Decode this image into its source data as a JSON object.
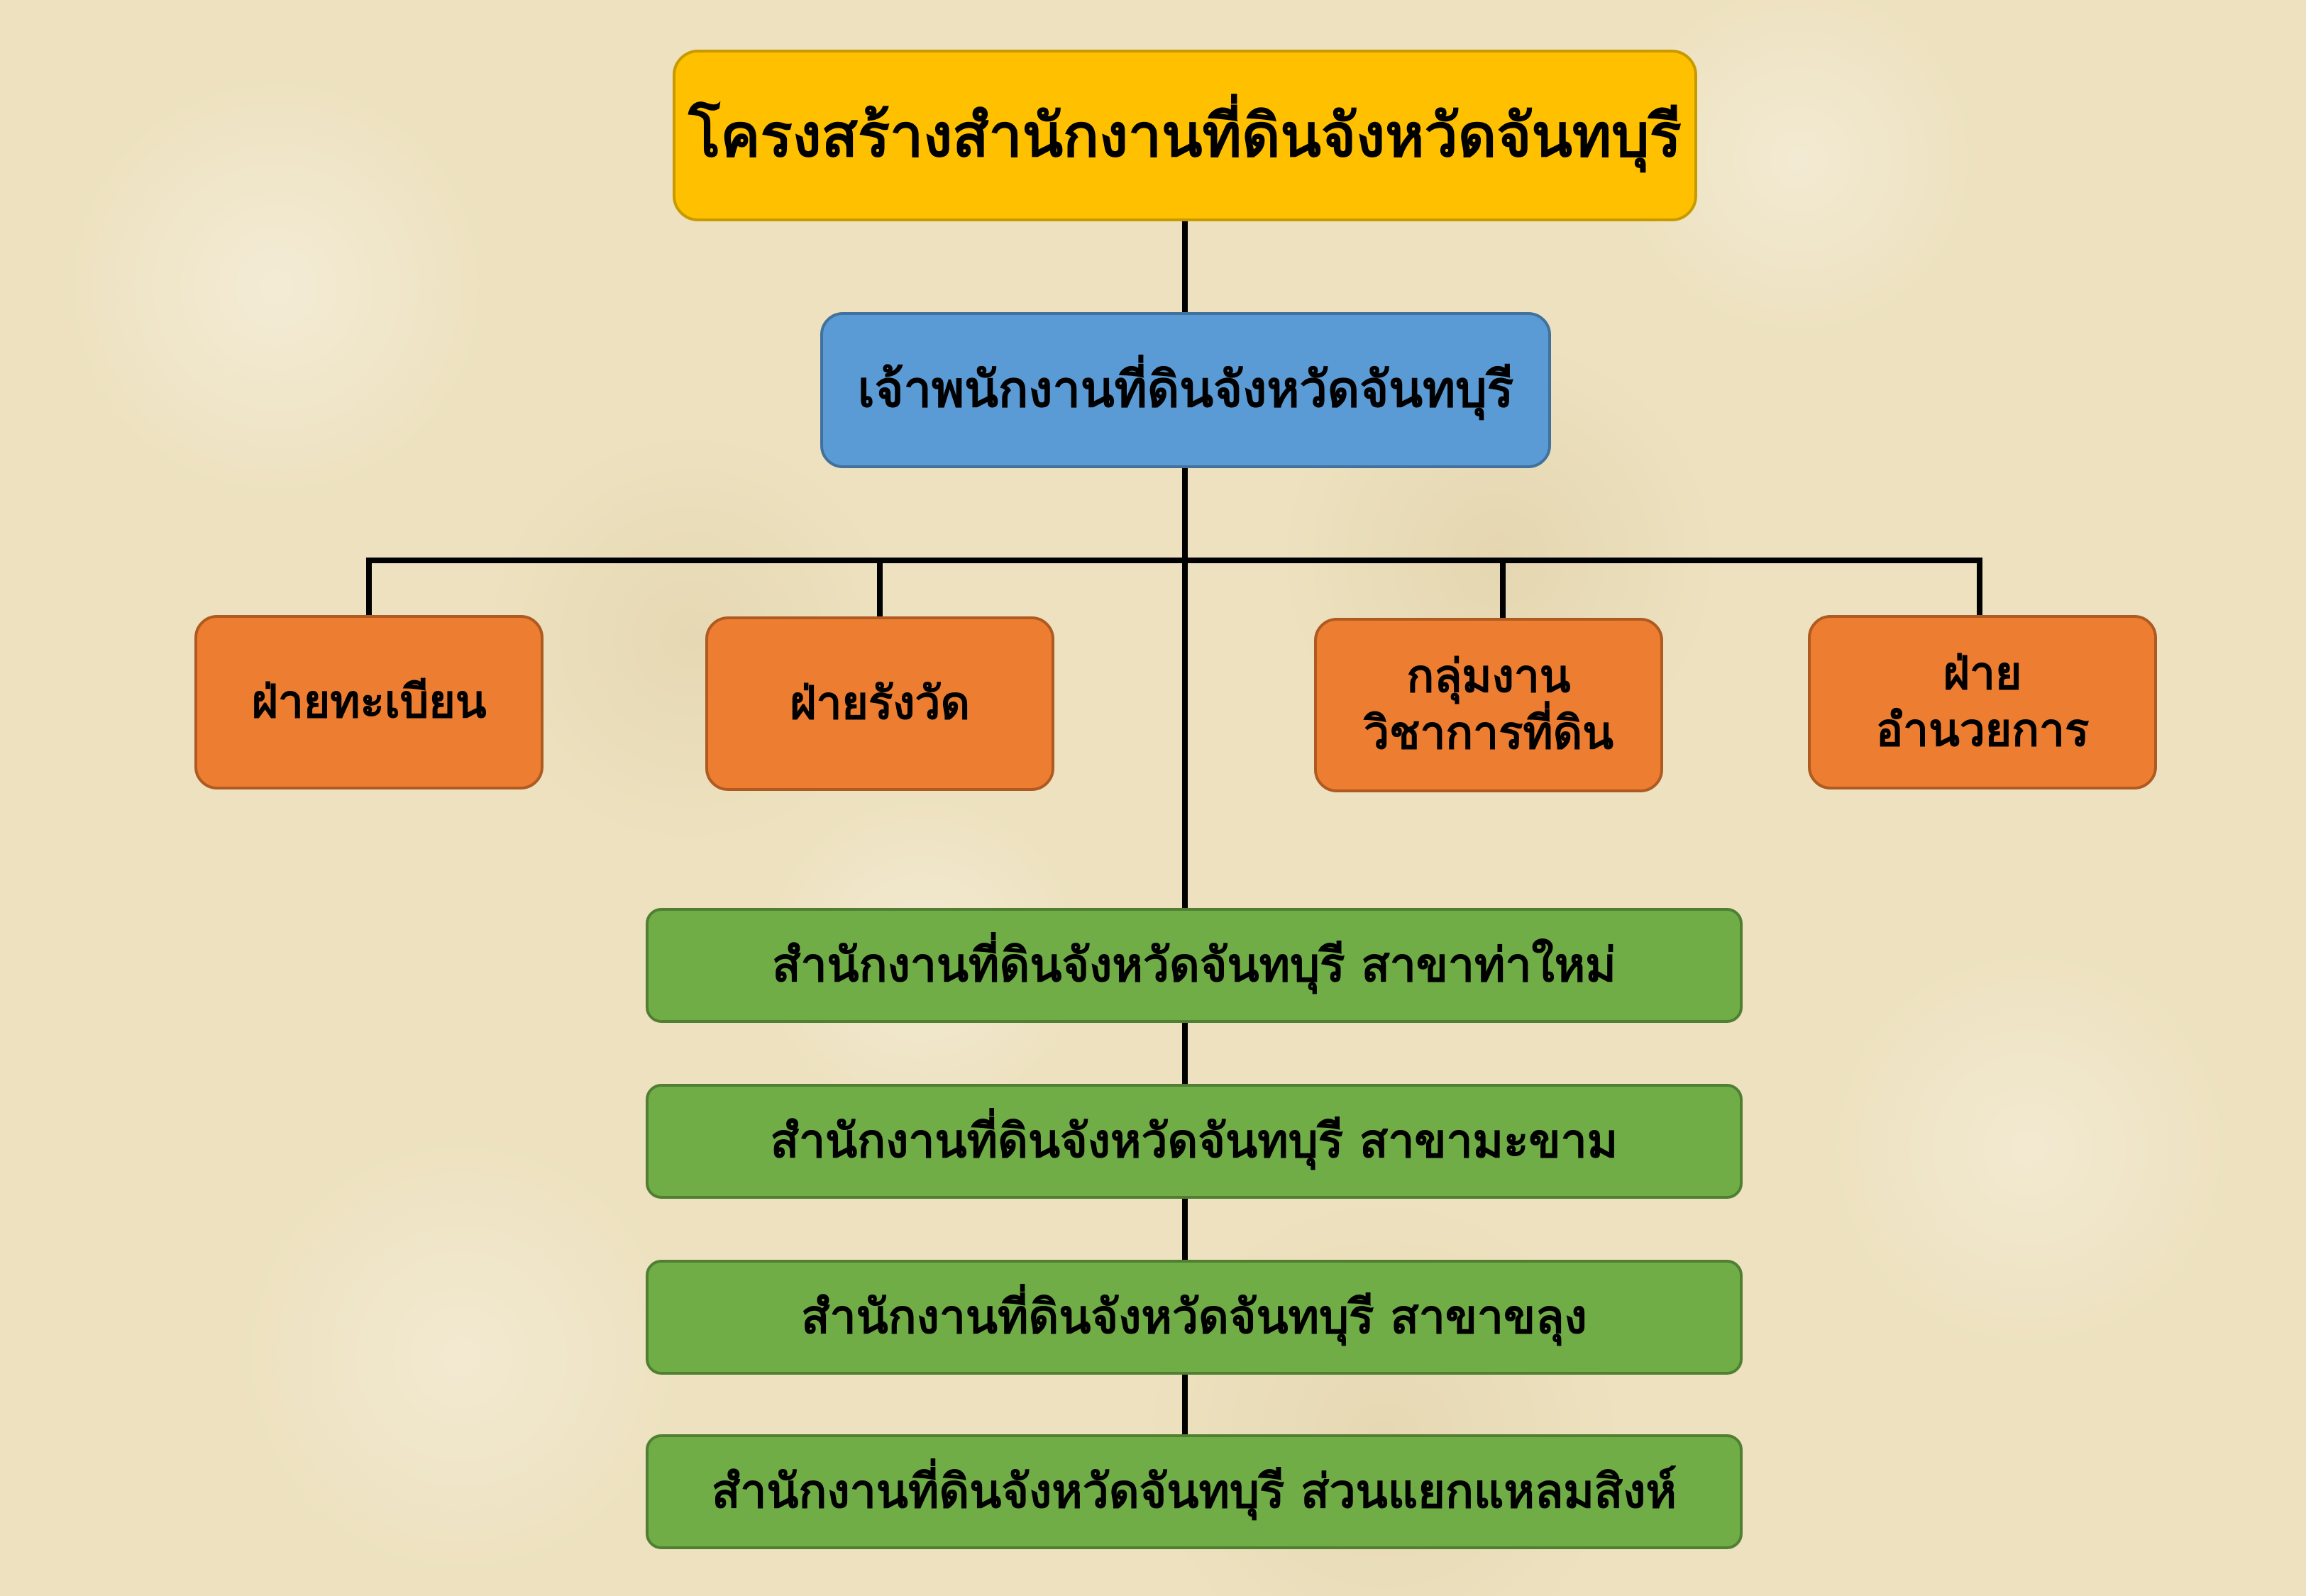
{
  "colors": {
    "background": "#ede1bf",
    "connector": "#000000",
    "title_fill": "#ffc000",
    "head_fill": "#5b9bd5",
    "unit_fill": "#ed7d31",
    "branch_fill": "#70ad47",
    "text": "#000000"
  },
  "title": "โครงสร้างสำนักงานที่ดินจังหวัดจันทบุรี",
  "head": "เจ้าพนักงานที่ดินจังหวัดจันทบุรี",
  "units": [
    {
      "lines": [
        "ฝ่ายทะเบียน"
      ]
    },
    {
      "lines": [
        "ฝ่ายรังวัด"
      ]
    },
    {
      "lines": [
        "กลุ่มงาน",
        "วิชาการที่ดิน"
      ]
    },
    {
      "lines": [
        "ฝ่าย",
        "อำนวยการ"
      ]
    }
  ],
  "branches": [
    "สำนักงานที่ดินจังหวัดจันทบุรี สาขาท่าใหม่",
    "สำนักงานที่ดินจังหวัดจันทบุรี สาขามะขาม",
    "สำนักงานที่ดินจังหวัดจันทบุรี สาขาขลุง",
    "สำนักงานที่ดินจังหวัดจันทบุรี ส่วนแยกแหลมสิงห์"
  ]
}
